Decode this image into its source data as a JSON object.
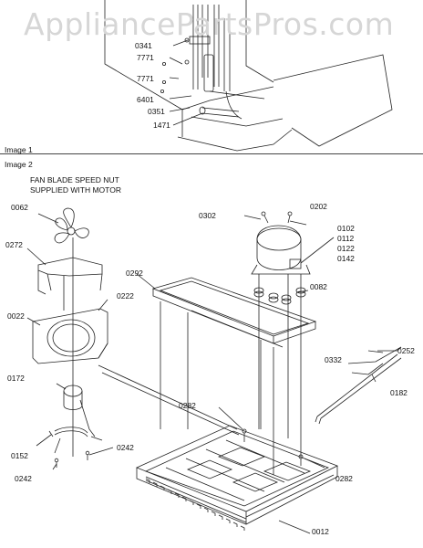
{
  "watermark": "AppliancePartsPros.com",
  "image1": {
    "caption": "Image 1",
    "parts": [
      "0341",
      "7771",
      "7771",
      "6401",
      "0351",
      "1471"
    ]
  },
  "image2": {
    "caption": "Image 2",
    "note_line1": "FAN BLADE SPEED NUT",
    "note_line2": "SUPPLIED WITH MOTOR",
    "parts": {
      "p0062": "0062",
      "p0272": "0272",
      "p0022": "0022",
      "p0222": "0222",
      "p0172": "0172",
      "p0152": "0152",
      "p0242a": "0242",
      "p0242b": "0242",
      "p0292": "0292",
      "p0302": "0302",
      "p0202": "0202",
      "p0102": "0102",
      "p0112": "0112",
      "p0122": "0122",
      "p0142": "0142",
      "p0082": "0082",
      "p0332": "0332",
      "p0252": "0252",
      "p0182": "0182",
      "p0282a": "0282",
      "p0282b": "0282",
      "p0012": "0012"
    }
  }
}
